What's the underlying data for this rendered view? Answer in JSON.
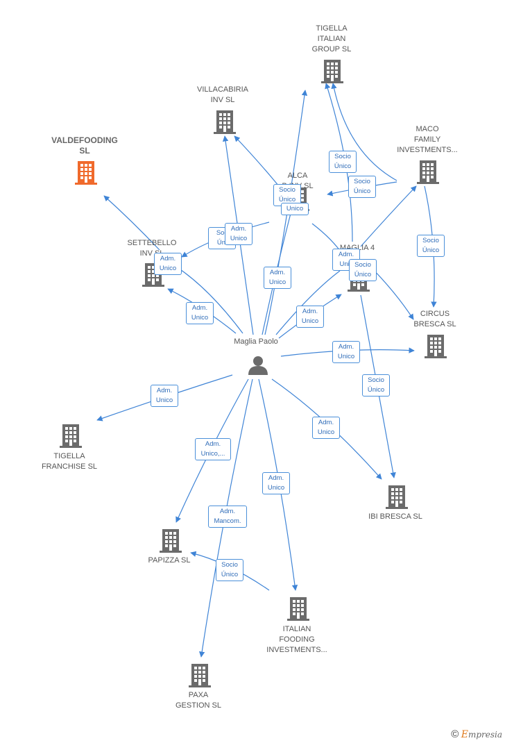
{
  "nodes": {
    "tigella_italian": {
      "label": "TIGELLA\nITALIAN\nGROUP  SL",
      "type": "company"
    },
    "villacabiria": {
      "label": "VILLACABIRIA\nINV  SL",
      "type": "company"
    },
    "valdefooding": {
      "label": "VALDEFOODING\nSL",
      "type": "focus"
    },
    "maco": {
      "label": "MACO\nFAMILY\nINVESTMENTS...",
      "type": "company"
    },
    "alca": {
      "label": "ALCA\nB     INV  SL",
      "type": "company"
    },
    "settebello": {
      "label": "SETTEBELLO\nINV  SL",
      "type": "company"
    },
    "maglia4": {
      "label": "MAGLIA 4\nSL",
      "type": "company"
    },
    "circus": {
      "label": "CIRCUS\nBRESCA  SL",
      "type": "company"
    },
    "person": {
      "label": "Maglia Paolo",
      "type": "person"
    },
    "tigella_franchise": {
      "label": "TIGELLA\nFRANCHISE  SL",
      "type": "company"
    },
    "ibi": {
      "label": "IBI BRESCA  SL",
      "type": "company"
    },
    "papizza": {
      "label": "PAPIZZA SL",
      "type": "company"
    },
    "italian_fooding": {
      "label": "ITALIAN\nFOODING\nINVESTMENTS...",
      "type": "company"
    },
    "paxa": {
      "label": "PAXA\nGESTION  SL",
      "type": "company"
    }
  },
  "edge_labels": {
    "e1": "Socio\nÚnico",
    "e2": "Socio\nÚnico",
    "e3": "Socio\nÚnico",
    "e4": "Unico",
    "e5": "Soc\nÚni",
    "e6": "Adm.\nUnico",
    "e7": "Adm.\nUnico",
    "e8": "Adm.\nUnico",
    "e9": "Adm.\nUnico",
    "e10": "Adm.\nUnic",
    "e11": "Socio\nÚnico",
    "e12": "Socio\nÚnico",
    "e13": "Adm.\nUnico",
    "e14": "Adm.\nUnico",
    "e15": "Socio\nÚnico",
    "e16": "Adm.\nUnico",
    "e17": "Adm.\nUnico",
    "e18": "Adm.\nUnico,...",
    "e19": "Adm.\nUnico",
    "e20": "Adm.\nMancom.",
    "e21": "Socio\nÚnico"
  },
  "brand": {
    "copyright": "©",
    "e": "E",
    "rest": "mpresia"
  },
  "colors": {
    "edge": "#3f84d6",
    "building": "#6b6b6b",
    "focus": "#f06a2c",
    "label_border": "#4a8fd9"
  }
}
